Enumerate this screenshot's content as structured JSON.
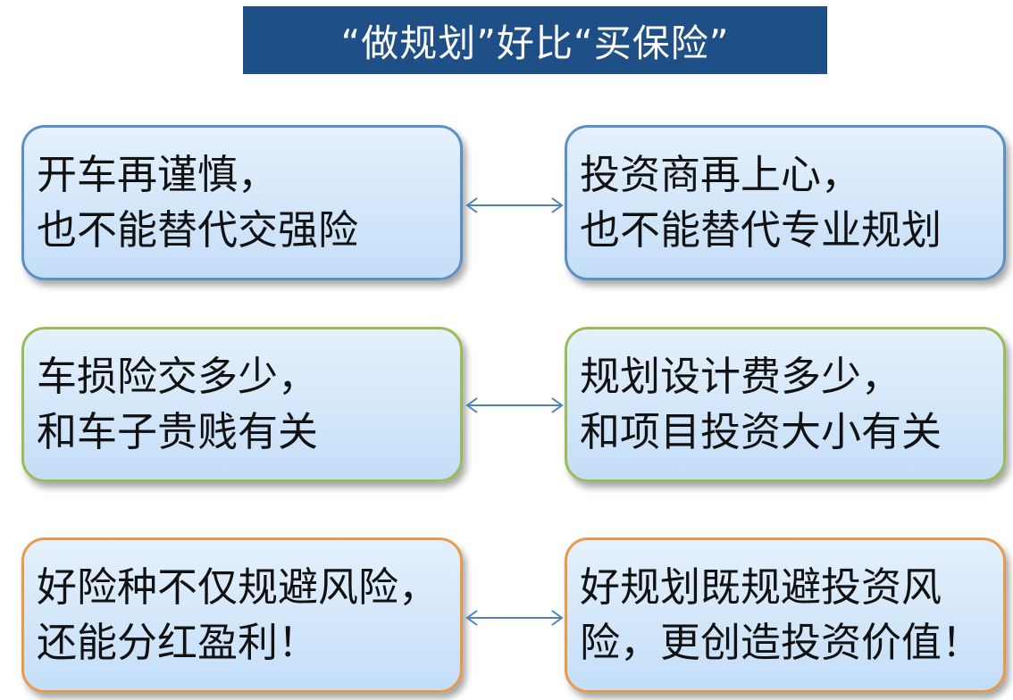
{
  "title": "“做规划”好比“买保险”",
  "rows": [
    {
      "left": {
        "line1": "开车再谨慎，",
        "line2": "也不能替代交强险"
      },
      "right": {
        "line1": "投资商再上心，",
        "line2": "也不能替代专业规划"
      },
      "border": "#5d8fc7"
    },
    {
      "left": {
        "line1": "车损险交多少，",
        "line2": "和车子贵贱有关"
      },
      "right": {
        "line1": "规划设计费多少，",
        "line2": "和项目投资大小有关"
      },
      "border": "#9bbb59"
    },
    {
      "left": {
        "line1": "好险种不仅规避风险，",
        "line2": "还能分红盈利！"
      },
      "right": {
        "line1": "好规划既规避投资风",
        "line2": "险，更创造投资价值！"
      },
      "border": "#e69a4c"
    }
  ],
  "colors": {
    "title_bg": "#1e4f86",
    "box_fill": "#cfe4fa",
    "arrow": "#4f81bd"
  },
  "icons": {
    "connector": "double-arrow-icon"
  }
}
